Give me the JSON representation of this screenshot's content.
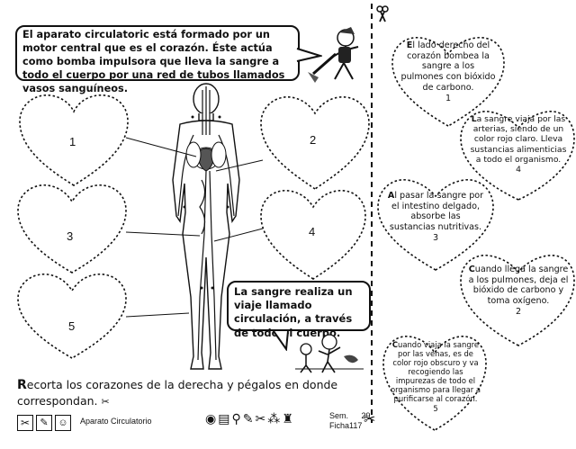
{
  "intro_text": "El aparato circulatoric está formado por un motor central que es el corazón. Éste actúa como bomba impulsora que lleva la sangre a todo el cuerpo por una red de tubos llamados vasos sanguíneos.",
  "circulation_text": "La sangre realiza un viaje llamado circulación, a través de todo el cuerpo.",
  "left_heart_numbers": [
    "1",
    "2",
    "3",
    "4",
    "5"
  ],
  "cutout_hearts": [
    {
      "first": "E",
      "text": "l lado derecho del corazón bombea la sangre a los pulmones con bióxido de carbono.",
      "number": "1"
    },
    {
      "first": "L",
      "text": "a sangre viaja por las arterias, siendo de un color rojo claro. Lleva sustancias alimenticias a todo el organismo.",
      "number": "4"
    },
    {
      "first": "A",
      "text": "l pasar la sangre por el intestino delgado, absorbe las sustancias nutritivas.",
      "number": "3"
    },
    {
      "first": "C",
      "text": "uando llega la sangre a los pulmones, deja el bióxido de carbono y toma oxígeno.",
      "number": "2"
    },
    {
      "first": "C",
      "text": "uando viaja la sangre por las venas, es de color rojo obscuro y va recogiendo las impurezas de todo el organismo para llegar a purificarse al corazón.",
      "number": "5"
    }
  ],
  "instruction_first": "R",
  "instruction_line1": "ecorta los corazones de la derecha y pégalos en donde",
  "instruction_line2": "correspondan.",
  "footer": {
    "title": "Aparato Circulatorio",
    "sem_label": "Sem.",
    "sem_value": "29",
    "ficha_label": "Ficha",
    "ficha_value": "117"
  },
  "icons": [
    "scissors-icon",
    "glue-icon",
    "eye-icon",
    "book-icon",
    "pencil-icon",
    "crayons-icon"
  ]
}
